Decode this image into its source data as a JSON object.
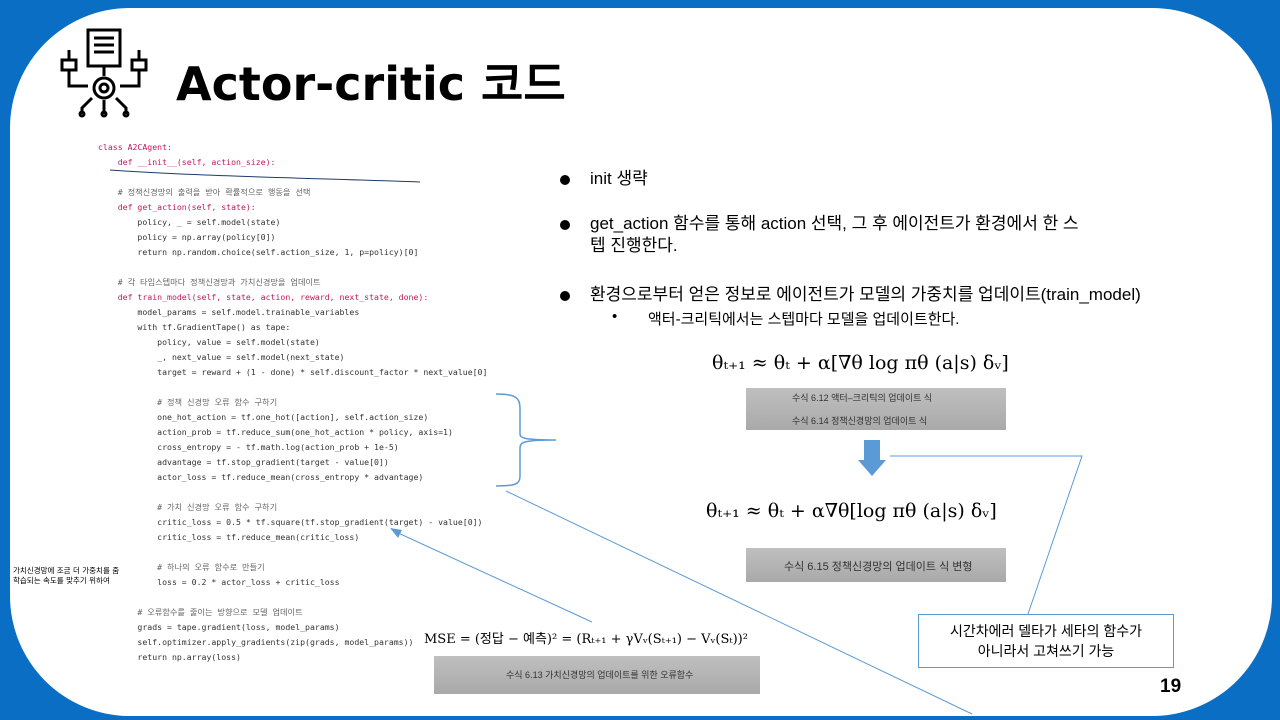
{
  "title": "Actor-critic 코드",
  "page_number": "19",
  "code_lines": [
    "class A2CAgent:",
    "    def __init__(self, action_size):",
    "",
    "    # 정책신경망의 출력을 받아 확률적으로 행동을 선택",
    "    def get_action(self, state):",
    "        policy, _ = self.model(state)",
    "        policy = np.array(policy[0])",
    "        return np.random.choice(self.action_size, 1, p=policy)[0]",
    "",
    "    # 각 타임스텝마다 정책신경망과 가치신경망을 업데이트",
    "    def train_model(self, state, action, reward, next_state, done):",
    "        model_params = self.model.trainable_variables",
    "        with tf.GradientTape() as tape:",
    "            policy, value = self.model(state)",
    "            _, next_value = self.model(next_state)",
    "            target = reward + (1 - done) * self.discount_factor * next_value[0]",
    "",
    "            # 정책 신경망 오류 함수 구하기",
    "            one_hot_action = tf.one_hot([action], self.action_size)",
    "            action_prob = tf.reduce_sum(one_hot_action * policy, axis=1)",
    "            cross_entropy = - tf.math.log(action_prob + 1e-5)",
    "            advantage = tf.stop_gradient(target - value[0])",
    "            actor_loss = tf.reduce_mean(cross_entropy * advantage)",
    "",
    "            # 가치 신경망 오류 함수 구하기",
    "            critic_loss = 0.5 * tf.square(tf.stop_gradient(target) - value[0])",
    "            critic_loss = tf.reduce_mean(critic_loss)",
    "",
    "            # 하나의 오류 함수로 만들기",
    "            loss = 0.2 * actor_loss + critic_loss",
    "",
    "        # 오류함수를 줄이는 방향으로 모델 업데이트",
    "        grads = tape.gradient(loss, model_params)",
    "        self.optimizer.apply_gradients(zip(grads, model_params))",
    "        return np.array(loss)"
  ],
  "side_note": "가치신경망에 조금 더 가중치를 줌\n학습되는 속도를 맞추기 위하여",
  "bullets": [
    {
      "text": "init 생략"
    },
    {
      "text": "get_action 함수를 통해 action 선택, 그 후 에이전트가 환경에서 한 스\n텝 진행한다."
    },
    {
      "text": "환경으로부터 얻은 정보로 에이전트가 모델의 가중치를 업데이트(train_model)"
    }
  ],
  "sub_bullet": {
    "marker": "•",
    "text": "액터-크리틱에서는 스텝마다 모델을 업데이트한다."
  },
  "formula_1": "θₜ₊₁ ≈ θₜ + α[∇θ log πθ (a|s) δᵥ]",
  "formula_2": "θₜ₊₁ ≈ θₜ + α∇θ[log πθ (a|s) δᵥ]",
  "photo_1": {
    "line1": "수식 6.12 액터–크리틱의 업데이트 식",
    "line2": "수식 6.14 정책신경망의 업데이트 식"
  },
  "photo_2": {
    "line1": "수식 6.15 정책신경망의 업데이트 식 변형"
  },
  "photo_3": {
    "line1": "수식 6.13 가치신경망의 업데이트를 위한 오류함수"
  },
  "mse_formula": "MSE = (정답 − 예측)² = (Rₜ₊₁ + γVᵥ(Sₜ₊₁) − Vᵥ(Sₜ))²",
  "note_box": "시간차에러 델타가 세타의 함수가\n아니라서 고쳐쓰기 가능",
  "colors": {
    "background": "#0a6fc4",
    "slide": "#ffffff",
    "arrow": "#5b9bd5",
    "keyword": "#c2185b",
    "function": "#2a5db0"
  }
}
